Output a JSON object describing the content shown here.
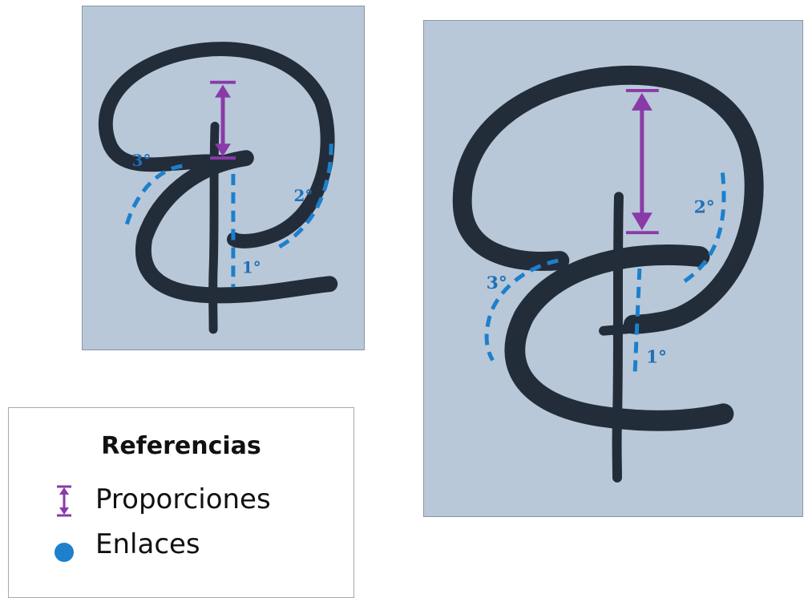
{
  "legend": {
    "title": "Referencias",
    "items": [
      {
        "label": "Proporciones",
        "symbol": "double-arrow-icon",
        "color": "#8a3aa8"
      },
      {
        "label": "Enlaces",
        "symbol": "dot-icon",
        "color": "#1c80cc"
      }
    ]
  },
  "panel_small": {
    "link_labels": [
      "1°",
      "2°",
      "3°"
    ]
  },
  "panel_large": {
    "link_labels": [
      "1°",
      "2°",
      "3°"
    ]
  },
  "colors": {
    "background_paper": "#b8c8d8",
    "brush_ink": "#232d3a",
    "link_blue": "#1c80cc",
    "proportion_purple": "#8a3aa8"
  }
}
